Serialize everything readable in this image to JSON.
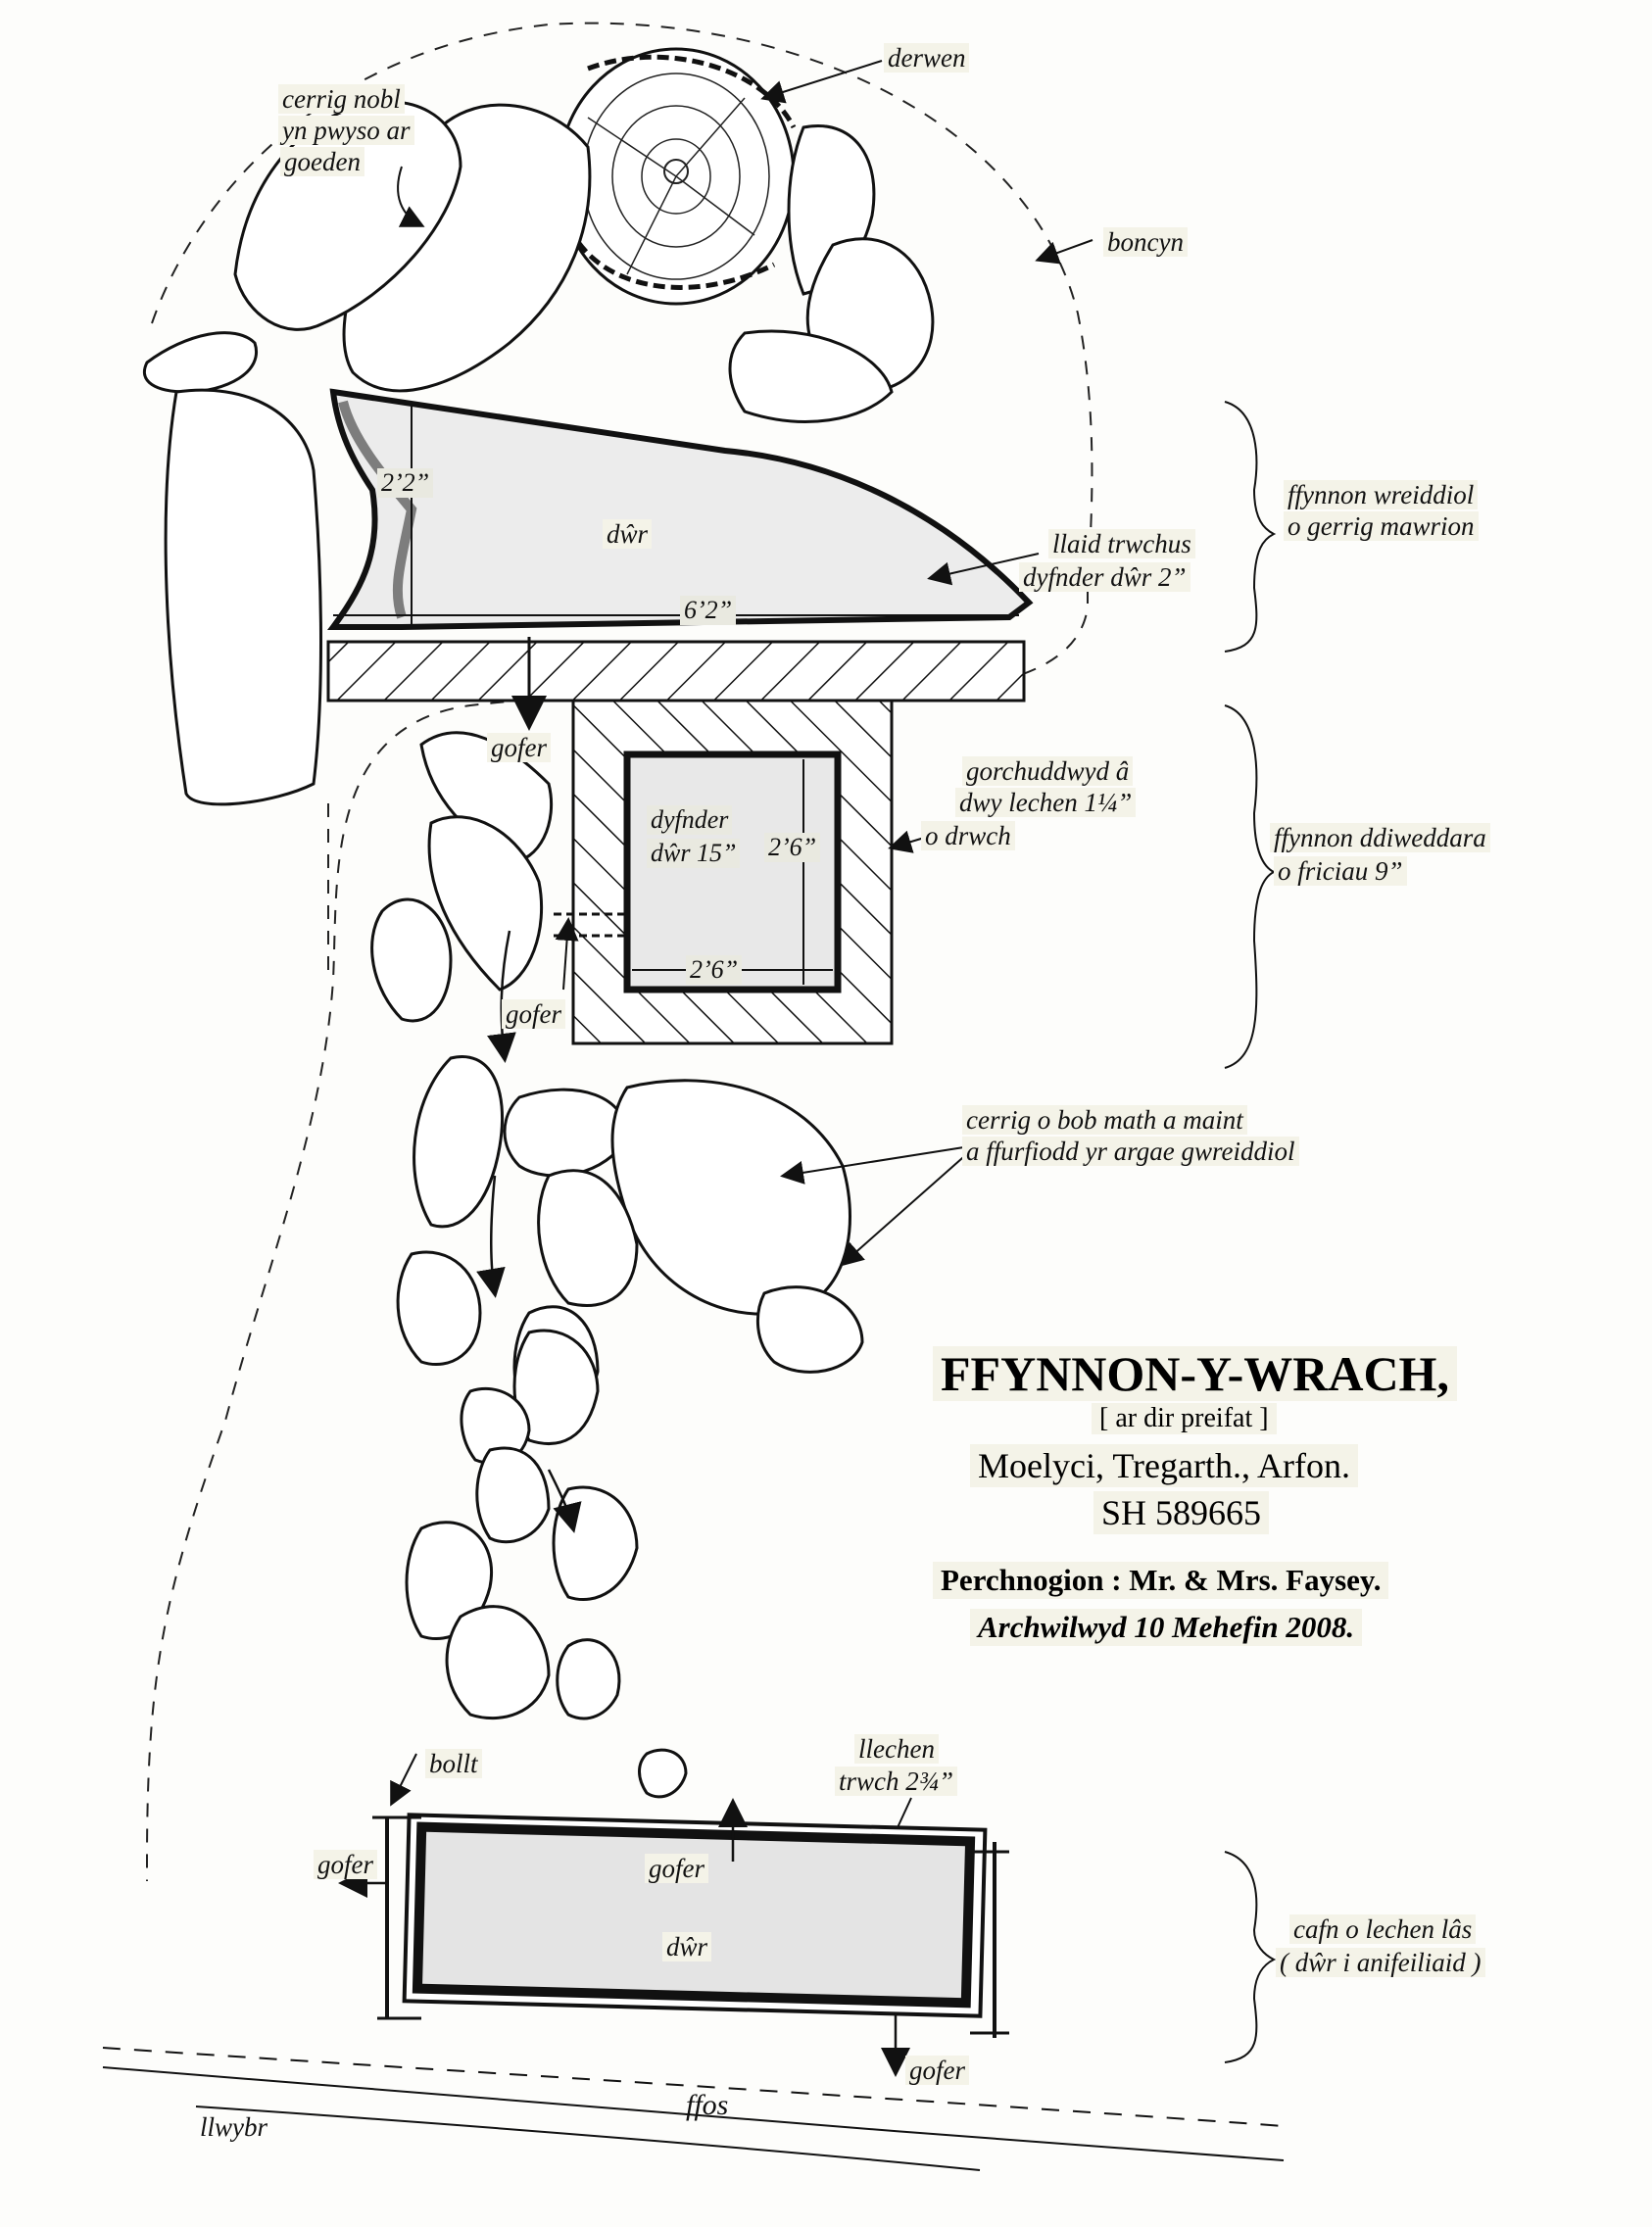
{
  "title": {
    "name": "FFYNNON-Y-WRACH,",
    "note": "[ ar dir preifat ]",
    "place": "Moelyci, Tregarth., Arfon.",
    "grid_ref": "SH 589665",
    "owners": "Perchnogion : Mr. & Mrs. Faysey.",
    "surveyed": "Archwilwyd 10 Mehefin 2008."
  },
  "labels": {
    "derwen": "derwen",
    "cerrig_nobl_1": "cerrig nobl",
    "cerrig_nobl_2": "yn pwyso ar",
    "cerrig_nobl_3": "goeden",
    "boncyn": "boncyn",
    "orig_well_1": "ffynnon wreiddiol",
    "orig_well_2": "o gerrig mawrion",
    "mud_1": "llaid trwchus",
    "mud_2": "dyfnder dŵr 2”",
    "water_top": "dŵr",
    "dim_22": "2’2”",
    "dim_62": "6’2”",
    "gofer_1": "gofer",
    "cover_1": "gorchuddwyd â",
    "cover_2": "dwy lechen 1¼”",
    "cover_3": "o drwch",
    "later_well_1": "ffynnon ddiweddara",
    "later_well_2": "o friciau 9”",
    "depth_1": "dyfnder",
    "depth_2": "dŵr 15”",
    "dim_26_side": "2’6”",
    "dim_26_bottom": "2’6”",
    "gofer_2": "gofer",
    "stones_1": "cerrig o bob math a maint",
    "stones_2": "a ffurfiodd yr argae gwreiddiol",
    "bollt": "bollt",
    "llechen_1": "llechen",
    "llechen_2": "trwch 2¾”",
    "gofer_left": "gofer",
    "gofer_mid": "gofer",
    "water_trough": "dŵr",
    "trough_1": "cafn o lechen lâs",
    "trough_2": "( dŵr i anifeiliaid )",
    "gofer_bottom": "gofer",
    "ffos": "ffos",
    "llwybr": "llwybr"
  }
}
